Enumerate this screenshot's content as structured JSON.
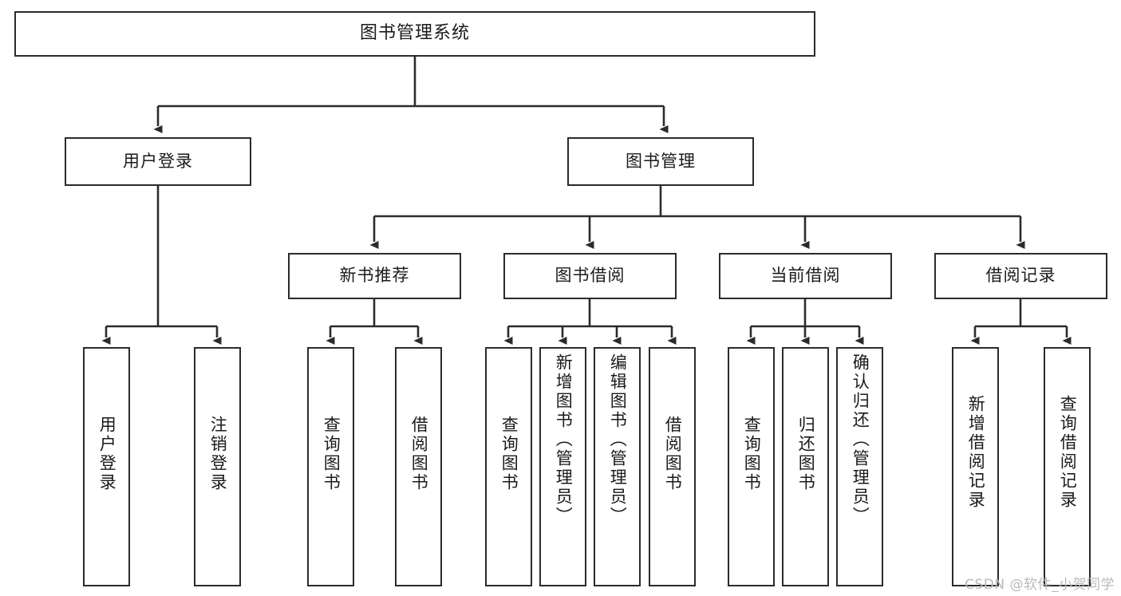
{
  "diagram": {
    "title": "图书管理系统",
    "type": "tree-hierarchy",
    "watermark": "CSDN @软件_小贺同学",
    "colors": {
      "background": "#ffffff",
      "box_border": "#2b2b2b",
      "connector": "#2b2b2b",
      "text": "#1a1a1a",
      "watermark": "#b9b9b9"
    },
    "root": {
      "label": "图书管理系统"
    },
    "level1": [
      {
        "label": "用户登录"
      },
      {
        "label": "图书管理"
      }
    ],
    "level2": [
      {
        "label": "新书推荐"
      },
      {
        "label": "图书借阅"
      },
      {
        "label": "当前借阅"
      },
      {
        "label": "借阅记录"
      }
    ],
    "leaves": {
      "user_login": [
        {
          "label": "用户登录"
        },
        {
          "label": "注销登录"
        }
      ],
      "new_book_recommend": [
        {
          "label": "查询图书"
        },
        {
          "label": "借阅图书"
        }
      ],
      "book_borrow": [
        {
          "label": "查询图书"
        },
        {
          "label": "新增图书（管理员）"
        },
        {
          "label": "编辑图书（管理员）"
        },
        {
          "label": "借阅图书"
        }
      ],
      "current_borrow": [
        {
          "label": "查询图书"
        },
        {
          "label": "归还图书"
        },
        {
          "label": "确认归还（管理员）"
        }
      ],
      "borrow_record": [
        {
          "label": "新增借阅记录"
        },
        {
          "label": "查询借阅记录"
        }
      ]
    }
  }
}
